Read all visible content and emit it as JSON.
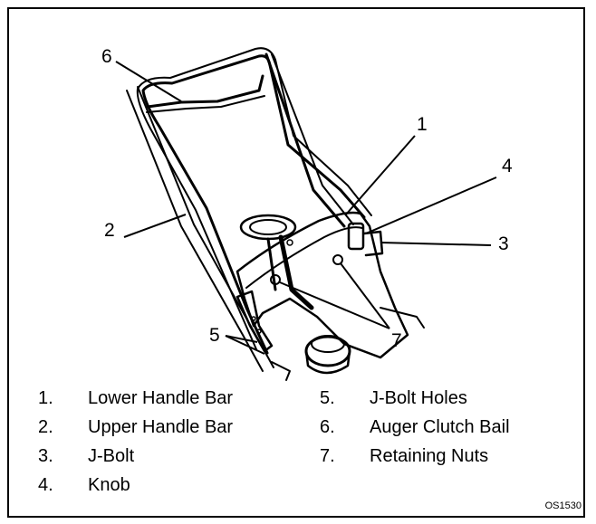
{
  "callouts": {
    "c1": "1",
    "c2": "2",
    "c3": "3",
    "c4": "4",
    "c5": "5",
    "c6": "6",
    "c7": "7"
  },
  "legend": [
    {
      "num": "1.",
      "label": "Lower Handle Bar"
    },
    {
      "num": "2.",
      "label": "Upper Handle Bar"
    },
    {
      "num": "3.",
      "label": "J-Bolt"
    },
    {
      "num": "4.",
      "label": "Knob"
    },
    {
      "num": "5.",
      "label": "J-Bolt Holes"
    },
    {
      "num": "6.",
      "label": "Auger Clutch Bail"
    },
    {
      "num": "7.",
      "label": "Retaining Nuts"
    }
  ],
  "figure_id": "OS1530"
}
